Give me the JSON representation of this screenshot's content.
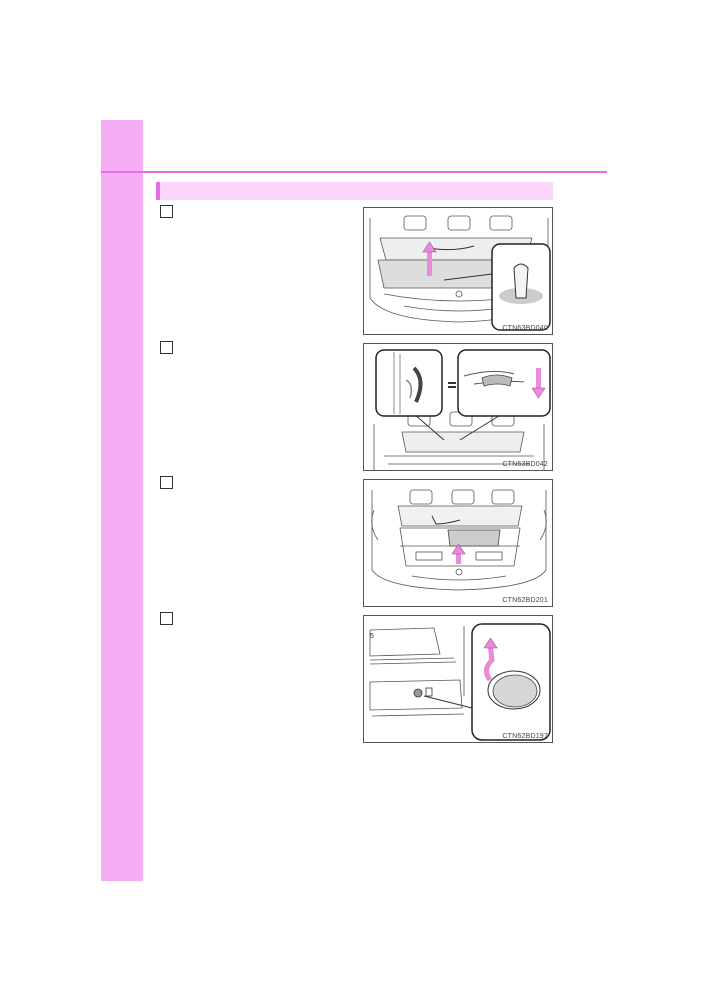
{
  "figures": [
    {
      "code": "CTN63BD040",
      "subject": "raise-floor-board"
    },
    {
      "code": "CTN63BD042",
      "subject": "hook-board-to-seatback"
    },
    {
      "code": "CTN62BD201",
      "subject": "lift-cover"
    },
    {
      "code": "CTN62BD197",
      "subject": "remove-cap"
    }
  ],
  "colors": {
    "side_tab": "#f5adf5",
    "accent": "#e86be8",
    "section_bar": "#fbd7fb",
    "arrow": "#e98bd8"
  }
}
